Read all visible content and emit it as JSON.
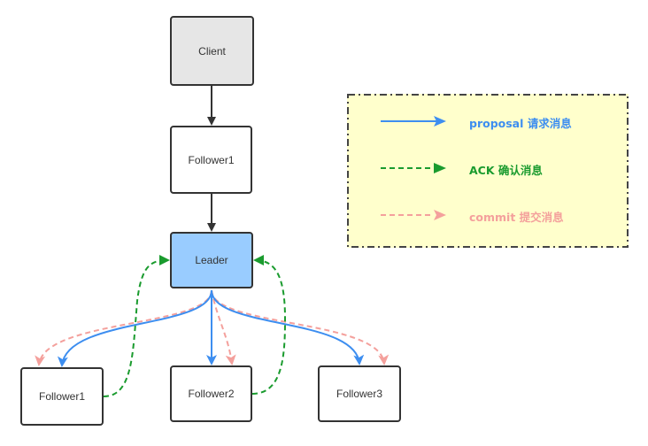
{
  "nodes": {
    "client": "Client",
    "follower1_top": "Follower1",
    "leader": "Leader",
    "follower1": "Follower1",
    "follower2": "Follower2",
    "follower3": "Follower3"
  },
  "legend": {
    "items": [
      {
        "label": "proposal 请求消息",
        "style": "solid",
        "color": "#3d8ef0"
      },
      {
        "label": "ACK 确认消息",
        "style": "dashed",
        "color": "#1a9b2e"
      },
      {
        "label": "commit 提交消息",
        "style": "dashed",
        "color": "#f4a09c"
      }
    ]
  },
  "colors": {
    "proposal": "#3d8ef0",
    "ack": "#1a9b2e",
    "commit": "#f4a09c",
    "request": "#333333",
    "leader_fill": "#99ccff",
    "client_fill": "#e6e6e6",
    "legend_fill": "#ffffcc"
  }
}
